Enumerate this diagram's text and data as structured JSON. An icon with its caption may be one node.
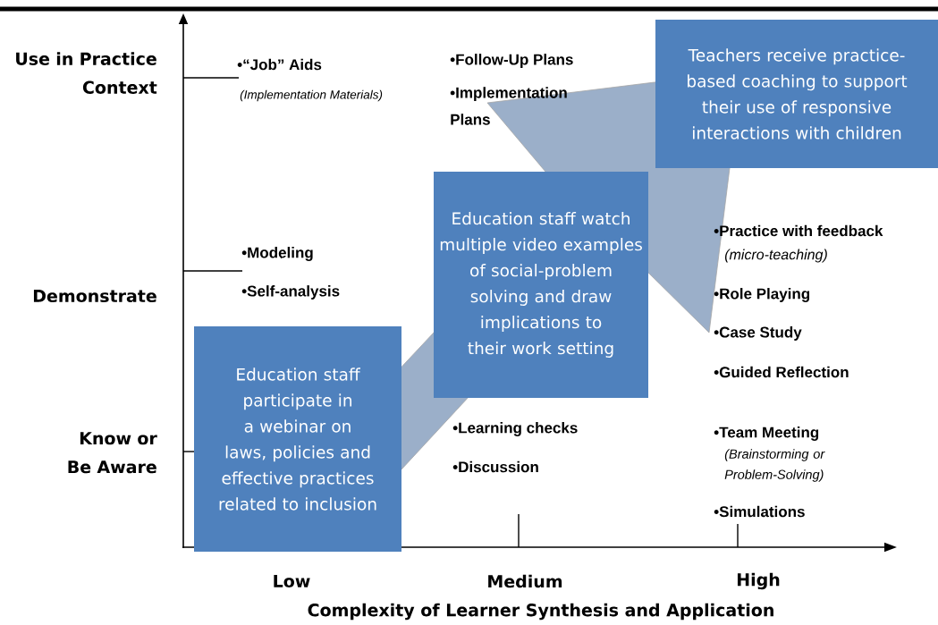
{
  "diagram": {
    "nodes": [
      {
        "text": [
          "Education staff participate in a webinar on laws, policies and effective practices related to inclusion"
        ]
      },
      {
        "text": [
          "Education staff watch multiple video examples of social-problem solving and draw implications to their work setting"
        ]
      },
      {
        "text": [
          "Teachers receive practice-based coaching to support their use of responsive interactions with children"
        ]
      }
    ],
    "labels": [
      "Use in Practice Context",
      "•“Job” Aids",
      "(Implementation Materials)",
      "•Follow-Up Plans",
      "•Implementation Plans",
      "•Practice with feedback",
      "(micro-teaching)",
      "•Modeling",
      "•Self-analysis",
      "•Role Playing",
      "Demonstrate",
      "•Case Study",
      "•Guided Reflection",
      "Know or Be Aware",
      "•Learning checks",
      "•Team Meeting",
      "(Brainstorming or Problem-Solving)",
      "•Discussion",
      "•Simulations",
      "Low",
      "Medium",
      "High",
      "Complexity of Learner Synthesis and Application"
    ]
  }
}
